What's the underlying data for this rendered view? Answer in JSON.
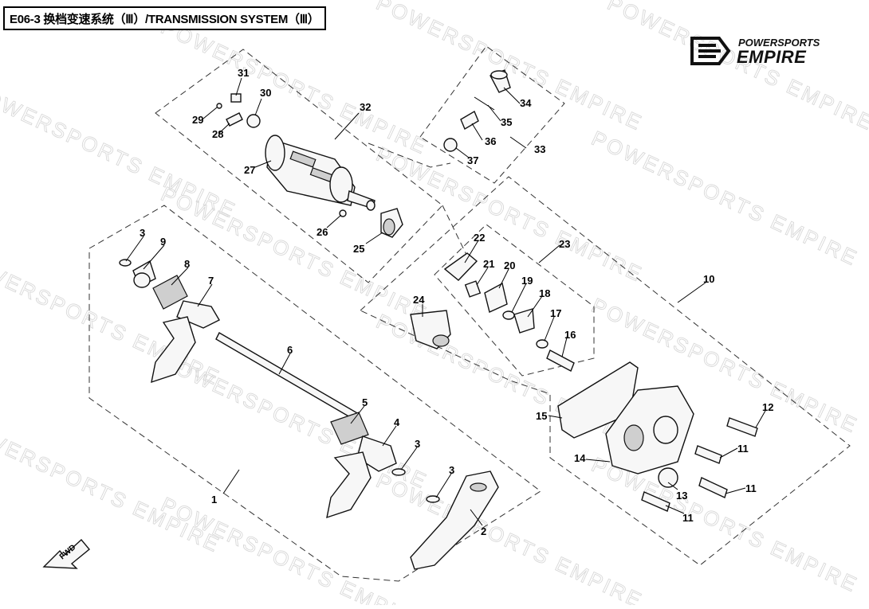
{
  "title": "E06-3 换档变速系统（Ⅲ）/TRANSMISSION SYSTEM（Ⅲ）",
  "brand": {
    "top": "POWERSPORTS",
    "bottom": "EMPIRE"
  },
  "watermark": "POWERSPORTS EMPIRE",
  "fwd": "FWD",
  "callouts": {
    "c1": "1",
    "c2": "2",
    "c3a": "3",
    "c3b": "3",
    "c3c": "3",
    "c4": "4",
    "c5": "5",
    "c6": "6",
    "c7": "7",
    "c8": "8",
    "c9": "9",
    "c10": "10",
    "c11a": "11",
    "c11b": "11",
    "c11c": "11",
    "c12": "12",
    "c13": "13",
    "c14": "14",
    "c15": "15",
    "c16": "16",
    "c17": "17",
    "c18": "18",
    "c19": "19",
    "c20": "20",
    "c21": "21",
    "c22": "22",
    "c23": "23",
    "c24": "24",
    "c25": "25",
    "c26": "26",
    "c27": "27",
    "c28": "28",
    "c29": "29",
    "c30": "30",
    "c31": "31",
    "c32": "32",
    "c33": "33",
    "c34": "34",
    "c35": "35",
    "c36": "36",
    "c37": "37"
  }
}
